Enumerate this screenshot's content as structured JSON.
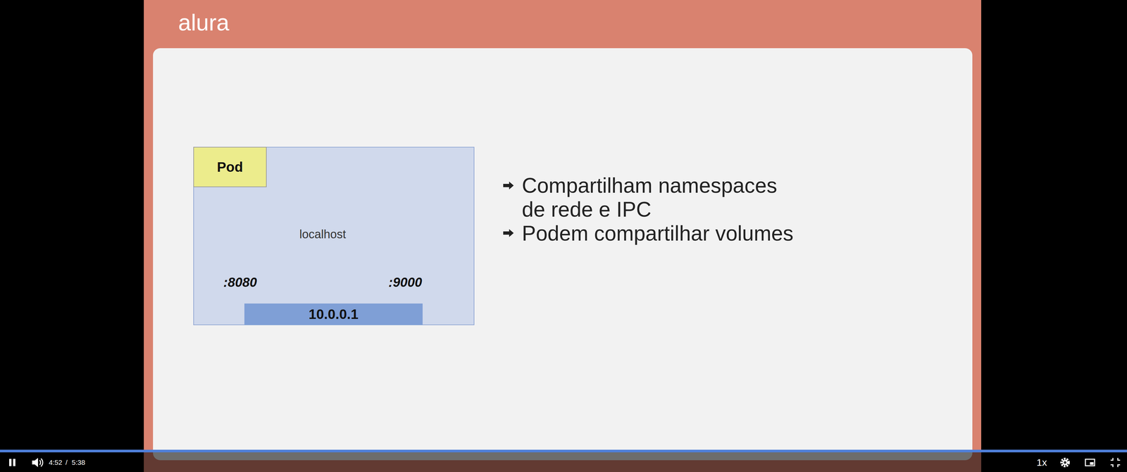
{
  "diagram": {
    "nodes": [
      {
        "text": [
          "Pod"
        ]
      },
      {
        "text": [
          ":8080"
        ],
        "in": 0
      },
      {
        "text": [
          ":9000"
        ],
        "in": 0
      },
      {
        "text": [
          "10.0.0.1"
        ],
        "in": 0
      }
    ],
    "edges": [
      {
        "from": 1,
        "to": 2,
        "arrow": "both",
        "label": "localhost"
      }
    ],
    "labels": [
      "alura",
      "Compartilham namespaces de rede e IPC",
      "Podem compartilhar volumes",
      "4:52",
      "/",
      "5:38",
      "1x"
    ]
  }
}
